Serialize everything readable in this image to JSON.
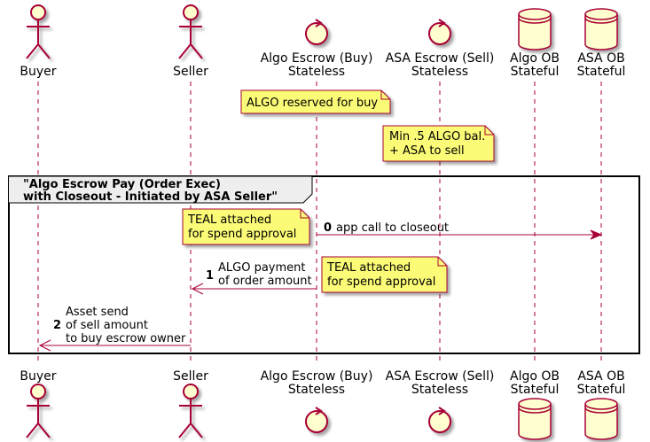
{
  "colors": {
    "line": "#A80036",
    "actor_fill": "#FEFECE",
    "note_fill": "#FBFB77",
    "note_stroke": "#A80036",
    "frame": "#000000"
  },
  "participants": [
    {
      "id": "buyer",
      "kind": "actor",
      "label_lines": [
        "Buyer"
      ]
    },
    {
      "id": "seller",
      "kind": "actor",
      "label_lines": [
        "Seller"
      ]
    },
    {
      "id": "algo_escrow",
      "kind": "control",
      "label_lines": [
        "Algo Escrow (Buy)",
        "Stateless"
      ]
    },
    {
      "id": "asa_escrow",
      "kind": "control",
      "label_lines": [
        "ASA Escrow (Sell)",
        "Stateless"
      ]
    },
    {
      "id": "algo_ob",
      "kind": "database",
      "label_lines": [
        "Algo OB",
        "Stateful"
      ]
    },
    {
      "id": "asa_ob",
      "kind": "database",
      "label_lines": [
        "ASA OB",
        "Stateful"
      ]
    }
  ],
  "notes": [
    {
      "id": "note1",
      "lines": [
        "ALGO reserved for buy"
      ]
    },
    {
      "id": "note2",
      "lines": [
        "Min .5 ALGO bal.",
        "+ ASA to sell"
      ]
    },
    {
      "id": "note3",
      "lines": [
        "TEAL attached",
        "for spend approval"
      ]
    },
    {
      "id": "note4",
      "lines": [
        "TEAL attached",
        "for spend approval"
      ]
    }
  ],
  "group": {
    "title_lines": [
      "\"Algo Escrow Pay (Order Exec)",
      "with Closeout - Initiated by ASA Seller\""
    ]
  },
  "messages": [
    {
      "number": "0",
      "from": "algo_escrow",
      "to": "asa_ob",
      "lines": [
        "app call to closeout"
      ]
    },
    {
      "number": "1",
      "from": "algo_escrow",
      "to": "seller",
      "lines": [
        "ALGO payment",
        "of order amount"
      ]
    },
    {
      "number": "2",
      "from": "seller",
      "to": "buyer",
      "lines": [
        "Asset send",
        "of sell amount",
        "to buy escrow owner"
      ]
    }
  ]
}
